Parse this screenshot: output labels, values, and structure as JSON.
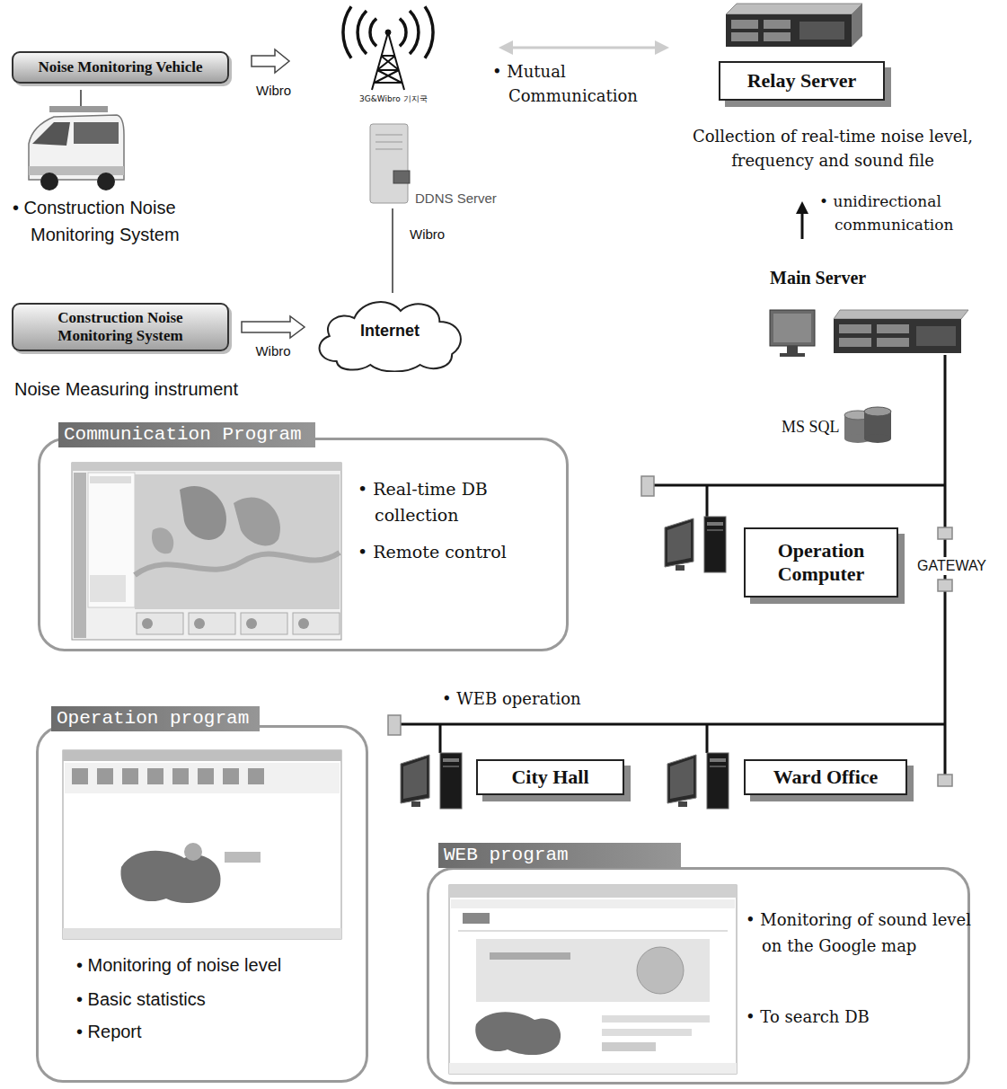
{
  "diagram": {
    "nodes": [
      {
        "text": [
          "Noise Monitoring Vehicle"
        ]
      },
      {
        "text": [
          "Relay Server"
        ]
      },
      {
        "text": [
          "Construction Noise Monitoring System"
        ]
      },
      {
        "text": [
          "Internet"
        ]
      },
      {
        "text": [
          "Communication Program",
          "• Real-time DB collection",
          "• Remote control"
        ]
      },
      {
        "text": [
          "Operation Computer"
        ]
      },
      {
        "text": [
          "Operation program",
          "• Monitoring of noise level",
          "• Basic statistics",
          "• Report"
        ]
      },
      {
        "text": [
          "City Hall"
        ]
      },
      {
        "text": [
          "Ward Office"
        ]
      },
      {
        "text": [
          "WEB program",
          "• Monitoring of sound level on the Google map",
          "• To search DB"
        ]
      }
    ],
    "edges": [
      {
        "from": 2,
        "to": 3,
        "arrow": "to",
        "label": "Wibro"
      }
    ],
    "labels": [
      "Wibro",
      "3G&Wibro 기지국",
      "• Mutual Communication",
      "Collection of real-time noise level, frequency and sound file",
      "• Construction Noise Monitoring System",
      "DDNS Server",
      "Wibro",
      "• unidirectional communication",
      "Main Server",
      "Noise Measuring instrument",
      "MS SQL",
      "GATEWAY",
      "• WEB operation"
    ]
  }
}
